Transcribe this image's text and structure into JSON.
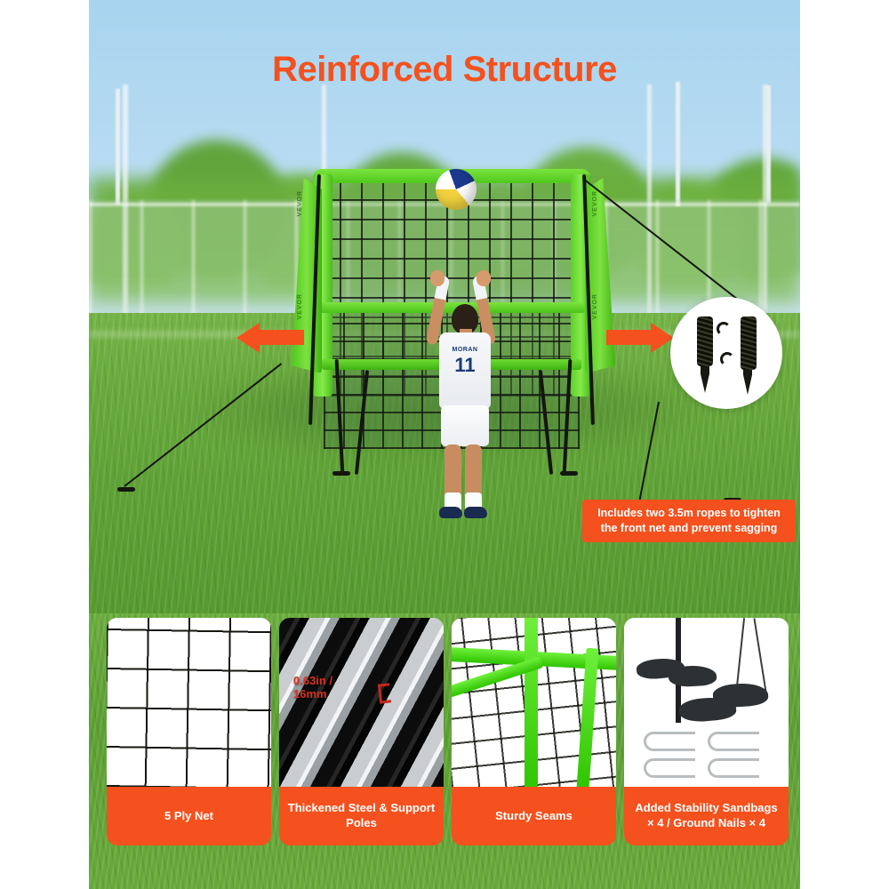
{
  "header": {
    "title": "Reinforced Structure"
  },
  "brand": {
    "name": "VEVOR",
    "accent_color": "#f4511e",
    "frame_color": "#4fc81d"
  },
  "scene": {
    "player": {
      "jersey_name": "MORAN",
      "jersey_number": "11"
    },
    "equipment_marks": [
      "VEVOR",
      "VEVOR",
      "VEVOR",
      "VEVOR"
    ],
    "arrows": {
      "left": "expand-left-arrow",
      "right": "expand-right-arrow"
    },
    "anchor_inset": {
      "label": "ground-stakes-inset"
    },
    "callout": {
      "text": "Includes two 3.5m ropes to tighten the front net and prevent sagging"
    }
  },
  "features": [
    {
      "id": "five-ply-net",
      "label": "5 Ply Net",
      "image": "net-mesh-closeup"
    },
    {
      "id": "steel-poles",
      "label": "Thickened Steel & Support Poles",
      "image": "steel-poles-closeup",
      "dimension": {
        "imperial": "0.63in /",
        "metric": "16mm",
        "color": "#d9331f"
      }
    },
    {
      "id": "sturdy-seams",
      "label": "Sturdy Seams",
      "image": "green-seam-closeup"
    },
    {
      "id": "added-stability",
      "label": "Added Stability Sandbags × 4 / Ground Nails × 4",
      "image": "sandbags-and-nails"
    }
  ]
}
